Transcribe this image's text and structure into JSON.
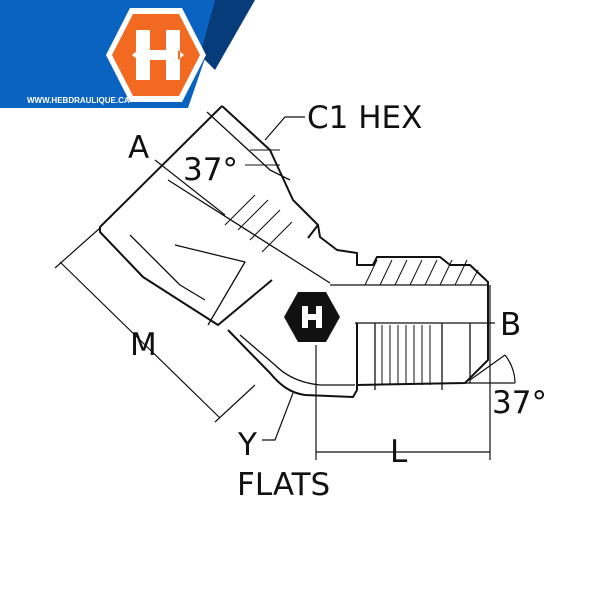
{
  "brand": {
    "url": "WWW.HEBDRAULIQUE.CA",
    "logo_letter": "H",
    "colors": {
      "blue": "#0a63c0",
      "dark_blue": "#063c7a",
      "orange": "#f26a21"
    }
  },
  "labels": {
    "c1_hex": "C1 HEX",
    "a": "A",
    "angle_top": "37°",
    "m": "M",
    "b": "B",
    "angle_right": "37°",
    "l": "L",
    "y": "Y",
    "flats": "FLATS"
  }
}
